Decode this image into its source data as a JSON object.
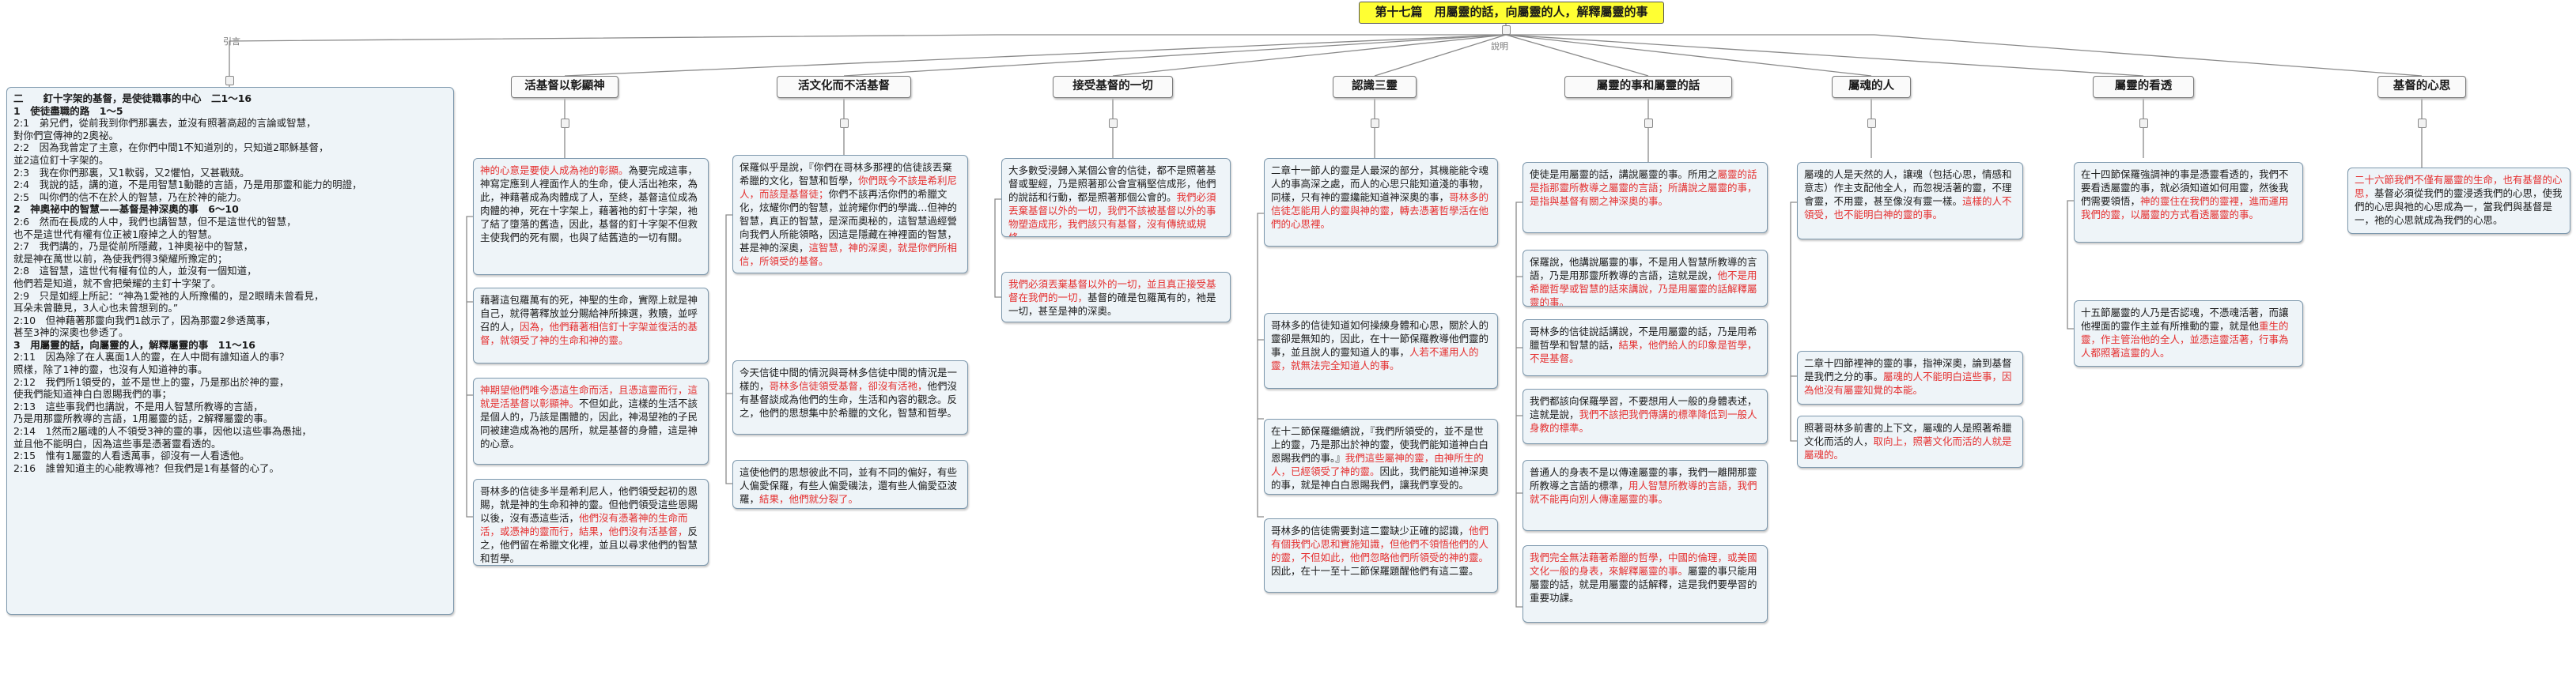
{
  "root": "第十七篇　用屬靈的話，向屬靈的人，解釋屬靈的事",
  "labels": {
    "left": "引言",
    "right": "說明"
  },
  "outline": [
    {
      "text": "二　　釘十字架的基督，是使徒職事的中心　二1～16",
      "h": true
    },
    {
      "text": "1　使徒盡職的路　1～5",
      "h": true
    },
    {
      "text": "2:1　弟兄們，從前我到你們那裏去，並沒有照著高超的言論或智慧，",
      "h": false
    },
    {
      "text": "對你們宣傳神的2奧祕。",
      "h": false
    },
    {
      "text": "2:2　因為我曾定了主意，在你們中間1不知道別的，只知道2耶穌基督，",
      "h": false
    },
    {
      "text": "並2這位釘十字架的。",
      "h": false
    },
    {
      "text": "2:3　我在你們那裏，又1軟弱，又2懼怕，又甚戰兢。",
      "h": false
    },
    {
      "text": "2:4　我說的話，講的道，不是用智慧1動聽的言語，乃是用那靈和能力的明證，",
      "h": false
    },
    {
      "text": "2:5　叫你們的信不在於人的智慧，乃在於神的能力。",
      "h": false
    },
    {
      "text": "2　神奧祕中的智慧——基督是神深奧的事　6～10",
      "h": true
    },
    {
      "text": "2:6　然而在長成的人中，我們也講智慧，但不是這世代的智慧，",
      "h": false
    },
    {
      "text": "也不是這世代有權有位正被1廢掉之人的智慧。",
      "h": false
    },
    {
      "text": "2:7　我們講的，乃是從前所隱藏，1神奧祕中的智慧，",
      "h": false
    },
    {
      "text": "就是神在萬世以前，為使我們得3榮耀所豫定的；",
      "h": false
    },
    {
      "text": "2:8　這智慧，這世代有權有位的人，並沒有一個知道，",
      "h": false
    },
    {
      "text": "他們若是知道，就不會把榮耀的主釘十字架了。",
      "h": false
    },
    {
      "text": "2:9　只是如經上所記：“神為1愛祂的人所豫備的，是2眼睛未曾看見，",
      "h": false
    },
    {
      "text": "耳朵未曾聽見，3人心也未曾想到的。”",
      "h": false
    },
    {
      "text": "2:10　但神藉著那靈向我們1啟示了，因為那靈2參透萬事，",
      "h": false
    },
    {
      "text": "甚至3神的深奧也參透了。",
      "h": false
    },
    {
      "text": "3　用屬靈的話，向屬靈的人，解釋屬靈的事　11～16",
      "h": true
    },
    {
      "text": "2:11　因為除了在人裏面1人的靈，在人中間有誰知道人的事？",
      "h": false
    },
    {
      "text": "照樣，除了1神的靈，也沒有人知道神的事。",
      "h": false
    },
    {
      "text": "2:12　我們所1領受的，並不是世上的靈，乃是那出於神的靈，",
      "h": false
    },
    {
      "text": "使我們能知道神白白恩賜我們的事；",
      "h": false
    },
    {
      "text": "2:13　這些事我們也講說，不是用人智慧所教導的言語，",
      "h": false
    },
    {
      "text": "乃是用那靈所教導的言語，1用屬靈的話，2解釋屬靈的事。",
      "h": false
    },
    {
      "text": "2:14　1然而2屬魂的人不領受3神的靈的事，因他以這些事為愚拙，",
      "h": false
    },
    {
      "text": "並且他不能明白，因為這些事是憑著靈看透的。",
      "h": false
    },
    {
      "text": "2:15　惟有1屬靈的人看透萬事，卻沒有一人看透他。",
      "h": false
    },
    {
      "text": "2:16　誰曾知道主的心能教導祂？但我們是1有基督的心了。",
      "h": false
    }
  ],
  "topics": [
    "活基督以彰顯神",
    "活文化而不活基督",
    "接受基督的一切",
    "認識三靈",
    "屬靈的事和屬靈的話",
    "屬魂的人",
    "屬靈的看透",
    "基督的心思"
  ],
  "notes": {
    "c1": [
      [
        {
          "t": "神的心意是要使人成為祂的彰顯。",
          "r": true
        },
        {
          "t": "為要完成這事，神寫定應到人裡面作人的生命，使人活出祂來，為此，神藉著成為肉體成了人，至終，基督這位成為肉體的神，死在十字架上，藉著祂的釘十字架，祂了結了墮落的舊造，因此，基督的釘十字架不但救主使我們的死有關，也與了結舊造的一切有關。",
          "r": false
        }
      ],
      [
        {
          "t": "藉著這包羅萬有的死，神聖的生命，實際上就是神自己，就得著釋放並分賜給神所揀選，救贖，並呼召的人，",
          "r": false
        },
        {
          "t": "因為，他們藉著相信釘十字架並復活的基督，就領受了神的生命和神的靈。",
          "r": true
        }
      ],
      [
        {
          "t": "神期望他們唯今憑這生命而活，且憑這靈而行，這就是活基督以彰顯神。",
          "r": true
        },
        {
          "t": "不但如此，這樣的生活不該是個人的，乃該是團體的，因此，神渴望祂的子民同被建造成為祂的居所，就是基督的身體，這是神的心意。",
          "r": false
        }
      ],
      [
        {
          "t": "哥林多的信徒多半是希利尼人，他們領受起初的恩賜，就是神的生命和神的靈。但他們領受這些恩賜以後，沒有憑這些活，",
          "r": false
        },
        {
          "t": "他們沒有憑著神的生命而活，或憑神的靈而行，結果，他們沒有活基督，",
          "r": true
        },
        {
          "t": "反之，他們留在希臘文化裡，並且以尋求他們的智慧和哲學。",
          "r": false
        }
      ]
    ],
    "c2": [
      [
        {
          "t": "保羅似乎是說，『你們在哥林多那裡的信徒該丟棄希臘的文化，智慧和哲學，",
          "r": false
        },
        {
          "t": "你們既今不該是希利尼人，而該是基督徒；",
          "r": true
        },
        {
          "t": "你們不該再活你們的希臘文化，炫耀你們的智慧，並誇耀你們的學識…但神的智慧，真正的智慧，是深而奧秘的，這智慧過經營向我們人所能領略，因這是隱藏在神裡面的智慧，甚是神的深奧，",
          "r": false
        },
        {
          "t": "這智慧，神的深奧，就是你們所相信，所領受的基督。",
          "r": true
        }
      ],
      [
        {
          "t": "今天信徒中間的情況與哥林多信徒中間的情況是一樣的，",
          "r": false
        },
        {
          "t": "哥林多信徒領受基督，卻沒有活祂，",
          "r": true
        },
        {
          "t": "他們沒有基督談成為他們的生命，生活和內容的觀念。反之，他們的思想集中於希臘的文化，智慧和哲學。",
          "r": false
        }
      ],
      [
        {
          "t": "這使他們的思想彼此不同，並有不同的偏好，有些人偏愛保羅，有些人偏愛磯法，還有些人偏愛亞波羅，",
          "r": false
        },
        {
          "t": "結果，他們就分裂了。",
          "r": true
        }
      ]
    ],
    "c3": [
      [
        {
          "t": "大多數受浸歸入某個公會的信徒，都不是照著基督或聖經，乃是照著那公會宣稱堅信成形，他們的說話和行動，都是照著那個公會的。",
          "r": false
        },
        {
          "t": "我們必須丟棄基督以外的一切，我們不該被基督以外的事物塑造成形，我們該只有基督，沒有傳統或規條。",
          "r": true
        }
      ],
      [
        {
          "t": "我們必須丟棄基督以外的一切，並且真正接受基督在我們的一切，",
          "r": true
        },
        {
          "t": "基督的確是包羅萬有的，祂是一切，甚至是神的深奧。",
          "r": false
        }
      ]
    ],
    "c4": [
      [
        {
          "t": "二章十一節人的靈是人最深的部分，其機能能令魂人的事高深之處，而人的心思只能知道淺的事物，同樣，只有神的靈纔能知道神深奧的事，",
          "r": false
        },
        {
          "t": "哥林多的信徒怎能用人的靈與神的靈，轉去憑著哲學活在他們的心思裡。",
          "r": true
        }
      ],
      [
        {
          "t": "哥林多的信徒知道如何操練身體和心思，關於人的靈卻是無知的，因此，在十一節保羅教導他們靈的事，並且說人的靈知道人的事，",
          "r": false
        },
        {
          "t": "人若不運用人的靈，就無法完全知道人的事。",
          "r": true
        }
      ],
      [
        {
          "t": "在十二節保羅繼續說，『我們所領受的，並不是世上的靈，乃是那出於神的靈，使我們能知道神白白恩賜我們的事。』",
          "r": false
        },
        {
          "t": "我們這些屬神的靈，由神所生的人，已經領受了神的靈。",
          "r": true
        },
        {
          "t": "因此，我們能知道神深奧的事，就是神白白恩賜我們，讓我們享受的。",
          "r": false
        }
      ],
      [
        {
          "t": "哥林多的信徒需要對這二靈缺少正確的認識，",
          "r": false
        },
        {
          "t": "他們有個我們心思和實施知識，但他們不領悟他們的人的靈，不但如此，他們忽略他們所領受的神的靈。",
          "r": true
        },
        {
          "t": "因此，在十一至十二節保羅題醒他們有這二靈。",
          "r": false
        }
      ]
    ],
    "c5": [
      [
        {
          "t": "使徒是用屬靈的話，講說屬靈的事。所用之",
          "r": false
        },
        {
          "t": "屬靈的話是指那靈所教導之屬靈的言語；所講說之屬靈的事，是指與基督有關之神深奧的事。",
          "r": true
        }
      ],
      [
        {
          "t": "保羅說，他講說屬靈的事，不是用人智慧所教導的言語，乃是用那靈所教導的言語，這就是說，",
          "r": false
        },
        {
          "t": "他不是用希臘哲學或智慧的話來講說，乃是用屬靈的話解釋屬靈的事。",
          "r": true
        }
      ],
      [
        {
          "t": "哥林多的信徒說話講說，不是用屬靈的話，乃是用希臘哲學和智慧的話，",
          "r": false
        },
        {
          "t": "結果，他們給人的印象是哲學，不是基督。",
          "r": true
        }
      ],
      [
        {
          "t": "我們都該向保羅學習，不要想用人一般的身體表述，這就是說，",
          "r": false
        },
        {
          "t": "我們不該把我們傳講的標準降低到一般人身教的標準。",
          "r": true
        }
      ],
      [
        {
          "t": "普通人的身表不是以傳達屬靈的事，我們一離開那靈所教導之言語的標準，",
          "r": false
        },
        {
          "t": "用人智慧所教導的言語，我們就不能再向別人傳達屬靈的事。",
          "r": true
        }
      ],
      [
        {
          "t": "我們完全無法藉著希臘的哲學，中國的倫理，或美國文化一般的身表，來解釋屬靈的事。",
          "r": true
        },
        {
          "t": "屬靈的事只能用屬靈的話，就是用屬靈的話解釋，這是我們要學習的重要功課。",
          "r": false
        }
      ]
    ],
    "c6": [
      [
        {
          "t": "屬魂的人是天然的人，讓魂（包括心思，情感和意志）作主支配他全人，而忽視活著的靈，不理會靈，不用靈，甚至像沒有靈一樣。",
          "r": false
        },
        {
          "t": "這樣的人不領受，也不能明白神的靈的事。",
          "r": true
        }
      ],
      [
        {
          "t": "二章十四節裡神的靈的事，指神深奧，論到基督是我們之分的事。",
          "r": false
        },
        {
          "t": "屬魂的人不能明白這些事，因為他沒有屬靈知覺的本能。",
          "r": true
        }
      ],
      [
        {
          "t": "照著哥林多前書的上下文，屬魂的人是照著希臘文化而活的人，",
          "r": false
        },
        {
          "t": "取向上，照著文化而活的人就是屬魂的。",
          "r": true
        }
      ]
    ],
    "c7": [
      [
        {
          "t": "在十四節保羅強調神的事是憑靈看透的，我們不要看透屬靈的事，就必須知道如何用靈，然後我們需要領悟，",
          "r": false
        },
        {
          "t": "神的靈住在我們的靈裡，進而運用我們的靈，以屬靈的方式看透屬靈的事。",
          "r": true
        }
      ],
      [
        {
          "t": "十五節屬靈的人乃是否認魂，不憑魂活著，而讓他裡面的靈作主並有所推動的靈，就是他",
          "r": false
        },
        {
          "t": "重生的靈，作主管治他的全人，並憑這靈活著，行事為人都照著這靈的人。",
          "r": true
        }
      ]
    ],
    "c8": [
      [
        {
          "t": "二十六節我們不僅有屬靈的生命，也有基督的心思，",
          "r": true
        },
        {
          "t": "基督必須從我們的靈浸透我們的心思，使我們的心思與祂的心思成為一，當我們與基督是一，祂的心思就成為我們的心思。",
          "r": false
        }
      ]
    ]
  }
}
